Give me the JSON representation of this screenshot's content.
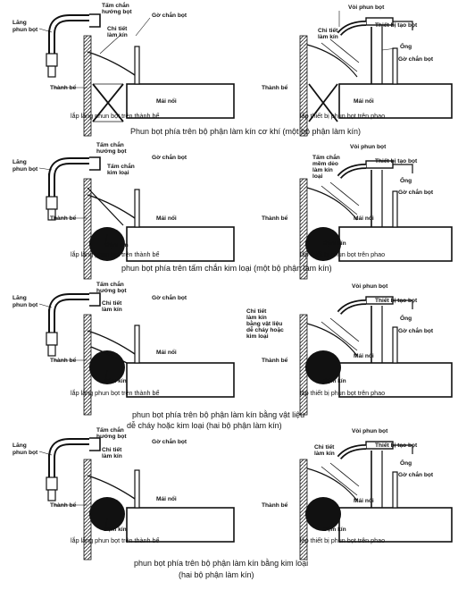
{
  "labels": {
    "lang_phun_bot_1": "Lăng",
    "lang_phun_bot_2": "phun bọt",
    "tam_chan_huong_bot_1": "Tấm chắn",
    "tam_chan_huong_bot_2": "hướng bọt",
    "chi_tiet_lam_kin_1": "Chi tiết",
    "chi_tiet_lam_kin_2": "làm kín",
    "go_chan_bot": "Gờ chắn bọt",
    "thanh_be": "Thành bể",
    "mai_noi": "Mái nổi",
    "voi_phun_bot": "Vòi phun bọt",
    "thiet_bi_tao_bot": "Thiết bị tạo bọt",
    "ong": "Ống",
    "dem_kin": "Đệm kín",
    "tam_chan_kim_loai_1": "Tấm chắn",
    "tam_chan_kim_loai_2": "kim loại",
    "tam_chan_mem_1": "Tấm chắn",
    "tam_chan_mem_2": "mềm dẻo",
    "tam_chan_mem_3": "làm kín",
    "tam_chan_mem_4": "loại",
    "chi_tiet_vat_lieu_1": "Chi tiết",
    "chi_tiet_vat_lieu_2": "làm kín",
    "chi_tiet_vat_lieu_3": "bằng vật liệu",
    "chi_tiet_vat_lieu_4": "dễ cháy hoặc",
    "chi_tiet_vat_lieu_5": "kim loại"
  },
  "captions": {
    "left": "lắp lăng phun bọt trên thành bể",
    "right": "lắp thiết bị phun bọt trên phao"
  },
  "sections": [
    {
      "title_lines": [
        "Phun bọt phía trên bộ phận làm kín cơ khí (một bộ phận làm kín)"
      ]
    },
    {
      "title_lines": [
        "phun bọt phía trên tấm chắn kim loại (một bộ phận làm kín)"
      ]
    },
    {
      "title_lines": [
        "phun bọt phía trên bộ phận làm kín bằng vật liệu",
        "dễ cháy hoặc kim loại (hai bộ phận làm kín)"
      ]
    },
    {
      "title_lines": [
        "phun bọt phía trên bộ phận làm kín bằng kim loại",
        "(hai bộ phận làm kín)"
      ]
    }
  ]
}
